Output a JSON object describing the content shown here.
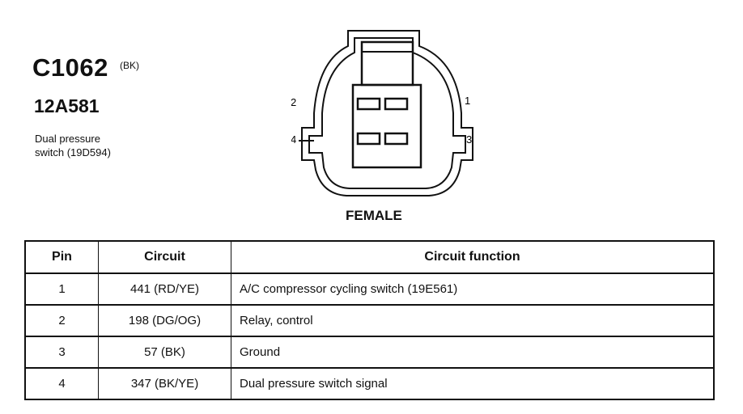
{
  "connector": {
    "id": "C1062",
    "color": "(BK)",
    "part_number": "12A581",
    "description_line1": "Dual pressure",
    "description_line2": "switch (19D594)",
    "gender": "FEMALE"
  },
  "pins_diagram": {
    "top_left": "2",
    "top_right": "1",
    "bottom_left": "4",
    "bottom_right": "3"
  },
  "table": {
    "headers": [
      "Pin",
      "Circuit",
      "Circuit function"
    ],
    "rows": [
      [
        "1",
        "441 (RD/YE)",
        "A/C compressor cycling switch (19E561)"
      ],
      [
        "2",
        "198 (DG/OG)",
        "Relay, control"
      ],
      [
        "3",
        "57 (BK)",
        "Ground"
      ],
      [
        "4",
        "347 (BK/YE)",
        "Dual pressure switch signal"
      ]
    ]
  }
}
